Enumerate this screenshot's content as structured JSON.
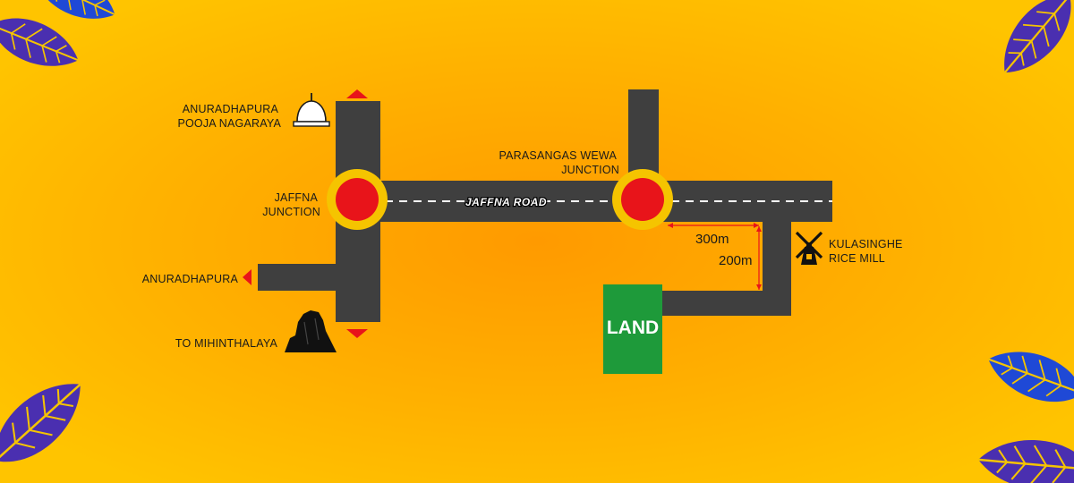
{
  "map": {
    "colors": {
      "background_center": "#FF9A00",
      "background_edge": "#FFC400",
      "road": "#3F3F3F",
      "roundabout_outer": "#F5C400",
      "roundabout_inner": "#E8141A",
      "arrow": "#E8141A",
      "land": "#1E9A3A",
      "leaf_blue": "#1F49D6",
      "leaf_purple": "#4A2FB0",
      "leaf_vein": "#F5C400"
    },
    "road_name": "JAFFNA ROAD",
    "land_label": "LAND",
    "landmarks": {
      "pooja_nagaraya_line1": "ANURADHAPURA",
      "pooja_nagaraya_line2": "POOJA NAGARAYA",
      "jaffna_junction_line1": "JAFFNA",
      "jaffna_junction_line2": "JUNCTION",
      "anuradhapura": "ANURADHAPURA",
      "mihinthalaya": "TO MIHINTHALAYA",
      "parasangas_line1": "PARASANGAS WEWA",
      "parasangas_line2": "JUNCTION",
      "rice_mill_line1": "KULASINGHE",
      "rice_mill_line2": "RICE MILL"
    },
    "distances": {
      "horizontal": "300m",
      "vertical": "200m"
    },
    "icons": {
      "stupa": "stupa-icon",
      "rock": "rock-icon",
      "windmill": "windmill-icon"
    }
  }
}
